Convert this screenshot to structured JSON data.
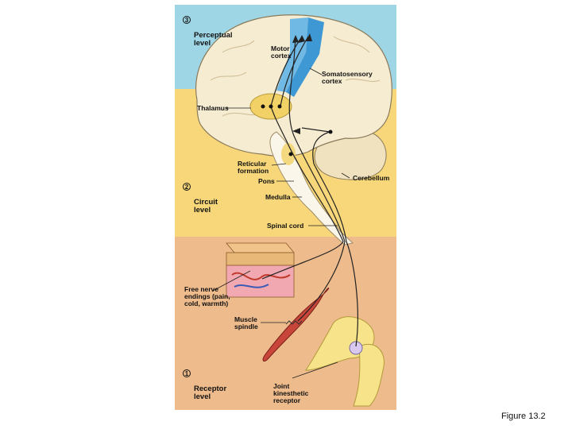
{
  "levels": [
    {
      "number": "3",
      "text": "Perceptual\nlevel"
    },
    {
      "number": "2",
      "text": "Circuit\nlevel"
    },
    {
      "number": "1",
      "text": "Receptor\nlevel"
    }
  ],
  "labels": {
    "motor_cortex": "Motor\ncortex",
    "somatosensory_cortex": "Somatosensory\ncortex",
    "thalamus": "Thalamus",
    "reticular_formation": "Reticular\nformation",
    "pons": "Pons",
    "medulla": "Medulla",
    "cerebellum": "Cerebellum",
    "spinal_cord": "Spinal cord",
    "free_nerve_endings": "Free nerve\nendings (pain,\ncold, warmth)",
    "muscle_spindle": "Muscle\nspindle",
    "joint_receptor": "Joint\nkinesthetic\nreceptor"
  },
  "caption": "Figure 13.2",
  "colors": {
    "perceptual_band": "#9ed6e6",
    "circuit_band": "#f7d77a",
    "receptor_band": "#eebb8c",
    "brain": "#f6ecd2",
    "cortex_strip": "#4aa6dc",
    "thalamus": "#f2d266"
  }
}
